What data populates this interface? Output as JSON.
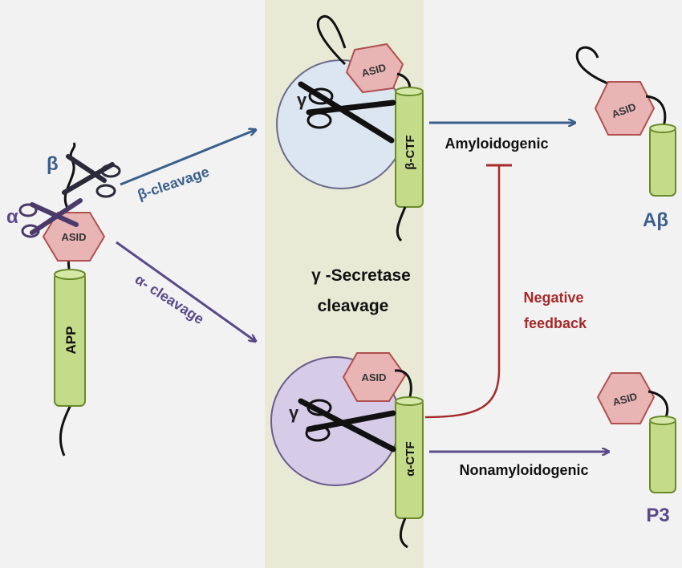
{
  "app": {
    "label": "APP",
    "domain_label": "ASID"
  },
  "cleavage_sites": {
    "alpha_symbol": "α",
    "beta_symbol": "β"
  },
  "paths": {
    "beta_cleavage": "β-cleavage",
    "alpha_cleavage": "α- cleavage",
    "amyloidogenic": "Amyloidogenic",
    "nonamyloidogenic": "Nonamyloidogenic",
    "negative_feedback": [
      "Negative",
      "feedback"
    ]
  },
  "gamma_secretase": {
    "title_lines": [
      "γ -Secretase",
      "cleavage"
    ],
    "gamma_symbol": "γ",
    "beta_ctf_label": "β-CTF",
    "alpha_ctf_label": "α-CTF",
    "domain_label": "ASID"
  },
  "products": {
    "abeta_label": "Aβ",
    "p3_label": "P3",
    "domain_label": "ASID"
  },
  "colors": {
    "beta_path": "#3a5f8c",
    "alpha_path": "#5a4a8a",
    "feedback": "#a52a2a",
    "cylinder_fill": "#c4dc8a",
    "cylinder_stroke": "#6a8a2a",
    "asid_fill": "#e8b4b4",
    "asid_stroke": "#b05050",
    "center_panel": "#e8ead6",
    "gamma_circle_top": "#dce6f0",
    "gamma_circle_bottom": "#d6cce8"
  }
}
